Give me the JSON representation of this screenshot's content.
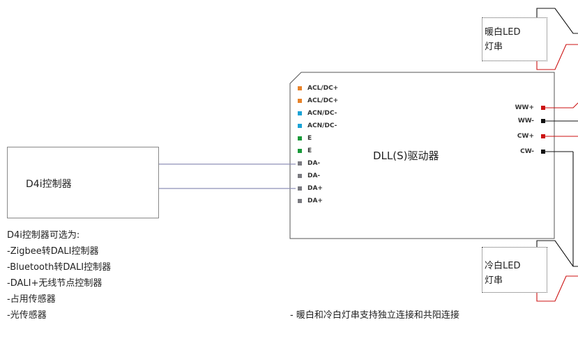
{
  "controller": {
    "label": "D4i控制器"
  },
  "driver": {
    "title": "DLL(S)驱动器",
    "inputs": [
      {
        "label": "ACL/DC+",
        "color": "#e8832a"
      },
      {
        "label": "ACL/DC+",
        "color": "#e8832a"
      },
      {
        "label": "ACN/DC-",
        "color": "#1aa3d6"
      },
      {
        "label": "ACN/DC-",
        "color": "#1aa3d6"
      },
      {
        "label": "E",
        "color": "#1a9a3a"
      },
      {
        "label": "E",
        "color": "#1a9a3a"
      },
      {
        "label": "DA-",
        "color": "#7a7a80"
      },
      {
        "label": "DA-",
        "color": "#7a7a80"
      },
      {
        "label": "DA+",
        "color": "#7a7a80"
      },
      {
        "label": "DA+",
        "color": "#7a7a80"
      }
    ],
    "outputs": [
      {
        "label": "WW+",
        "color": "#cc1111"
      },
      {
        "label": "WW-",
        "color": "#111111"
      },
      {
        "label": "CW+",
        "color": "#cc1111"
      },
      {
        "label": "CW-",
        "color": "#111111"
      }
    ]
  },
  "led_warm": {
    "line1": "暖白LED",
    "line2": "灯串"
  },
  "led_cold": {
    "line1": "冷白LED",
    "line2": "灯串"
  },
  "notes": {
    "title": "D4i控制器可选为:",
    "items": [
      "-Zigbee转DALI控制器",
      "-Bluetooth转DALI控制器",
      "-DALI+无线节点控制器",
      "-占用传感器",
      "-光传感器"
    ]
  },
  "footnote": "- 暖白和冷白灯串支持独立连接和共阳连接",
  "colors": {
    "wire_dali": "#8e8fb8",
    "wire_red": "#cc1111",
    "wire_black": "#111111",
    "box_border": "#555555"
  }
}
